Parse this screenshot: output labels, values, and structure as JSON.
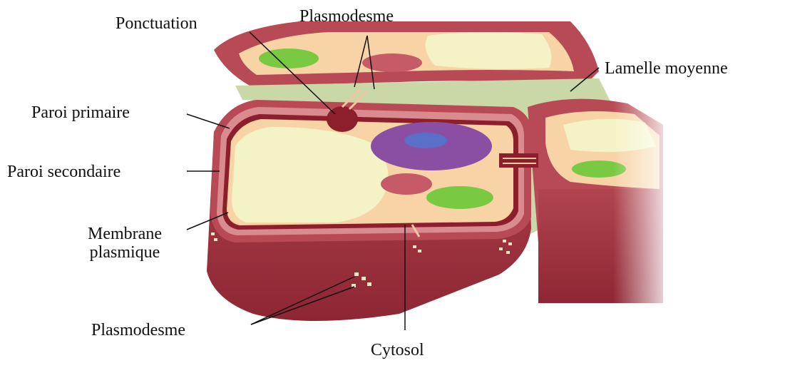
{
  "labels": {
    "ponctuation": "Ponctuation",
    "plasmodesme_top": "Plasmodesme",
    "lamelle_moyenne": "Lamelle moyenne",
    "paroi_primaire": "Paroi primaire",
    "paroi_secondaire": "Paroi secondaire",
    "membrane_plasmique_line1": "Membrane",
    "membrane_plasmique_line2": "plasmique",
    "plasmodesme_bottom": "Plasmodesme",
    "cytosol": "Cytosol"
  },
  "colors": {
    "wall_dark": "#8c1f2b",
    "wall_mid": "#b84a55",
    "wall_light": "#d98b8f",
    "cytosol": "#f7d3a6",
    "vacuole": "#f4f3c6",
    "nucleus": "#8a4fa3",
    "nucleolus": "#5a6fc8",
    "chloroplast": "#7ac943",
    "golgi": "#c65a66",
    "middle_lamella": "#c9d8a6"
  }
}
